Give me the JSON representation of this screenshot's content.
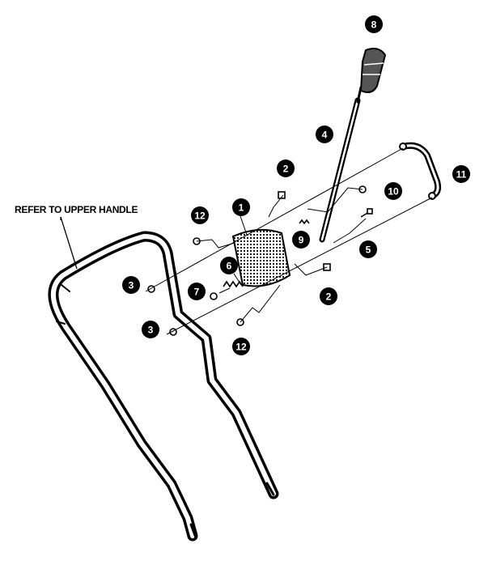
{
  "diagram": {
    "reference_note": "REFER TO UPPER HANDLE",
    "callouts": [
      {
        "id": "callout-8",
        "number": "8"
      },
      {
        "id": "callout-4",
        "number": "4"
      },
      {
        "id": "callout-2-top",
        "number": "2"
      },
      {
        "id": "callout-11",
        "number": "11"
      },
      {
        "id": "callout-10",
        "number": "10"
      },
      {
        "id": "callout-1",
        "number": "1"
      },
      {
        "id": "callout-12-top",
        "number": "12"
      },
      {
        "id": "callout-9",
        "number": "9"
      },
      {
        "id": "callout-5",
        "number": "5"
      },
      {
        "id": "callout-6",
        "number": "6"
      },
      {
        "id": "callout-3-top",
        "number": "3"
      },
      {
        "id": "callout-7",
        "number": "7"
      },
      {
        "id": "callout-2-bottom",
        "number": "2"
      },
      {
        "id": "callout-3-bottom",
        "number": "3"
      },
      {
        "id": "callout-12-bottom",
        "number": "12"
      }
    ]
  },
  "colors": {
    "ink": "#000000",
    "background": "#ffffff",
    "grip_fill": "#555555"
  }
}
